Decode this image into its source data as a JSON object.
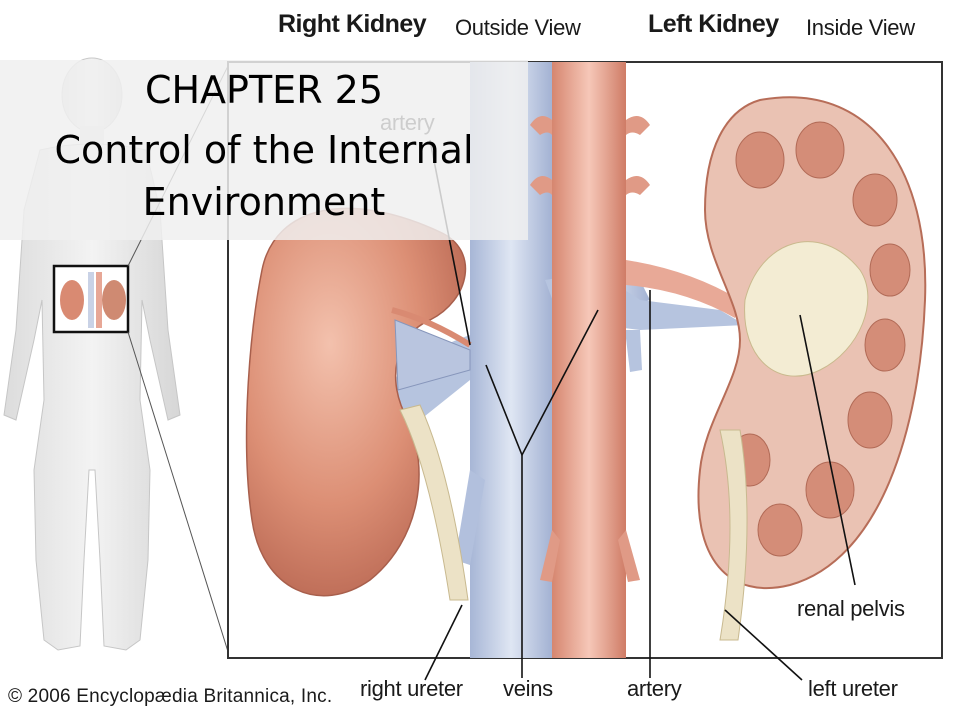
{
  "header": {
    "right_kidney_bold": "Right Kidney",
    "right_kidney_view": "Outside View",
    "left_kidney_bold": "Left Kidney",
    "left_kidney_view": "Inside View"
  },
  "title": {
    "line1": "CHAPTER 25",
    "line2": "Control of the Internal",
    "line3": "Environment"
  },
  "labels": {
    "artery_top": "artery",
    "right_ureter": "right ureter",
    "veins": "veins",
    "artery_bottom": "artery",
    "left_ureter": "left ureter",
    "renal_pelvis": "renal pelvis"
  },
  "copyright": "© 2006 Encyclopædia Britannica, Inc.",
  "colors": {
    "kidney": "#d9876e",
    "aorta": "#e7a796",
    "vein": "#b9c6e0",
    "ureter": "#ece2c6",
    "frame": "#333333"
  }
}
